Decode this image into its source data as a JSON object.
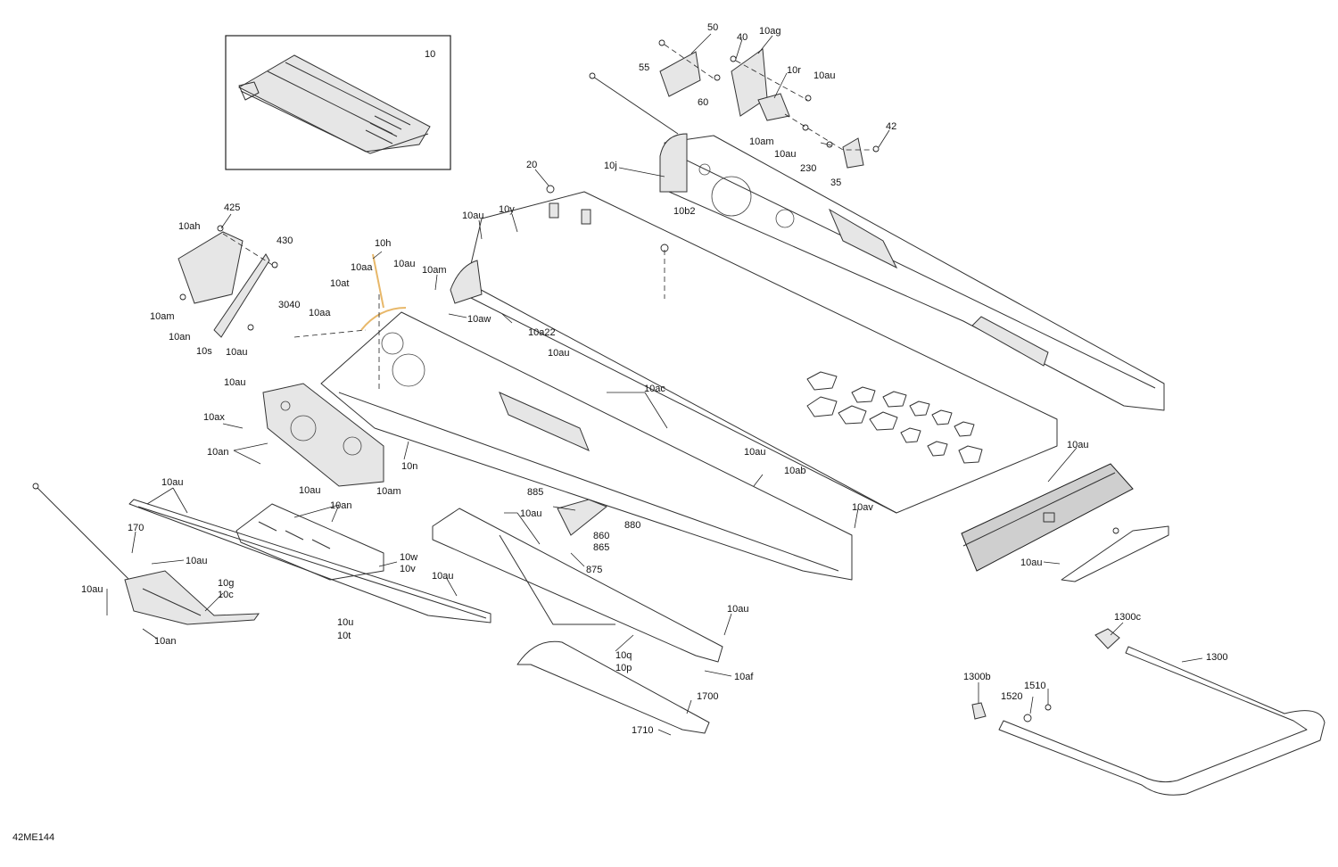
{
  "figure_code": "42ME144",
  "inset_label": "10",
  "callouts": {
    "c50": "50",
    "c40": "40",
    "c10ag": "10ag",
    "c55": "55",
    "c10r": "10r",
    "c10au_top": "10au",
    "c60": "60",
    "c42": "42",
    "c10am_top": "10am",
    "c10au_top2": "10au",
    "c230": "230",
    "c35": "35",
    "c20": "20",
    "c10j": "10j",
    "c10b2": "10b2",
    "c10y": "10y",
    "c10au_a": "10au",
    "c425": "425",
    "c10ah": "10ah",
    "c430": "430",
    "c10h": "10h",
    "c10aa_a": "10aa",
    "c10au_b": "10au",
    "c10am_b": "10am",
    "c10at": "10at",
    "c3040": "3040",
    "c10aa_b": "10aa",
    "c10aw": "10aw",
    "c10am_c": "10am",
    "c10an_a": "10an",
    "c10s": "10s",
    "c10au_c": "10au",
    "c10a22": "10a22",
    "c10au_d": "10au",
    "c10au_e": "10au",
    "c10ac": "10ac",
    "c10ax": "10ax",
    "c10an_b": "10an",
    "c10n": "10n",
    "c10au_f": "10au",
    "c10am_d": "10am",
    "c10ab": "10ab",
    "c10au_g": "10au",
    "c10au_h": "10au",
    "c10an_c": "10an",
    "c885": "885",
    "c10au_i": "10au",
    "c880": "880",
    "c10av": "10av",
    "c10au_j": "10au",
    "c170": "170",
    "c10au_k": "10au",
    "c860": "860",
    "c865": "865",
    "c10w": "10w",
    "c10v": "10v",
    "c875": "875",
    "c10au_l": "10au",
    "c10g": "10g",
    "c10c": "10c",
    "c10au_m": "10au",
    "c10au_n": "10au",
    "c10an_d": "10an",
    "c10u": "10u",
    "c10t": "10t",
    "c10au_o": "10au",
    "c10q": "10q",
    "c10p": "10p",
    "c10af": "10af",
    "c1300c": "1300c",
    "c1300": "1300",
    "c1300b": "1300b",
    "c1510": "1510",
    "c1520": "1520",
    "c1700": "1700",
    "c1710": "1710"
  }
}
